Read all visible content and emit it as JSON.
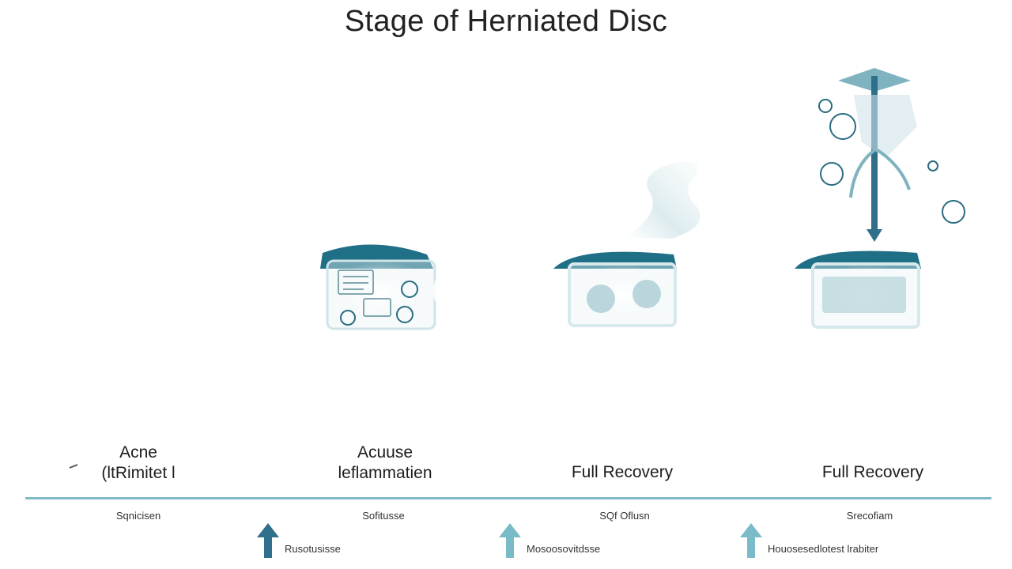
{
  "title": "Stage of Herniated Disc",
  "stages": [
    {
      "line1": "Acne",
      "line2": "(ltRimitet l"
    },
    {
      "line1": "Acuuse",
      "line2": "leflammatien"
    },
    {
      "line1": "Full Recovery",
      "line2": ""
    },
    {
      "line1": "Full Recovery",
      "line2": ""
    }
  ],
  "timeline": {
    "sub_labels": [
      "Sqnicisen",
      "Sofitusse",
      "SQf Oflusn",
      "Srecofiam"
    ],
    "footer": [
      {
        "label": "Rusotusisse",
        "arrow": "up-arrow-icon",
        "color": "#2f6f8c"
      },
      {
        "label": "Mosoosovitdsse",
        "arrow": "up-arrow-icon",
        "color": "#79bcc8"
      },
      {
        "label": "Houosesedlotest lrabiter",
        "arrow": "up-arrow-icon",
        "color": "#79bcc8"
      }
    ]
  },
  "colors": {
    "body": "#5b9ba3",
    "body_light": "#6eabb2",
    "band": "#1f6f86",
    "dark": "#1e5e73",
    "accent": "#2a7a94"
  }
}
